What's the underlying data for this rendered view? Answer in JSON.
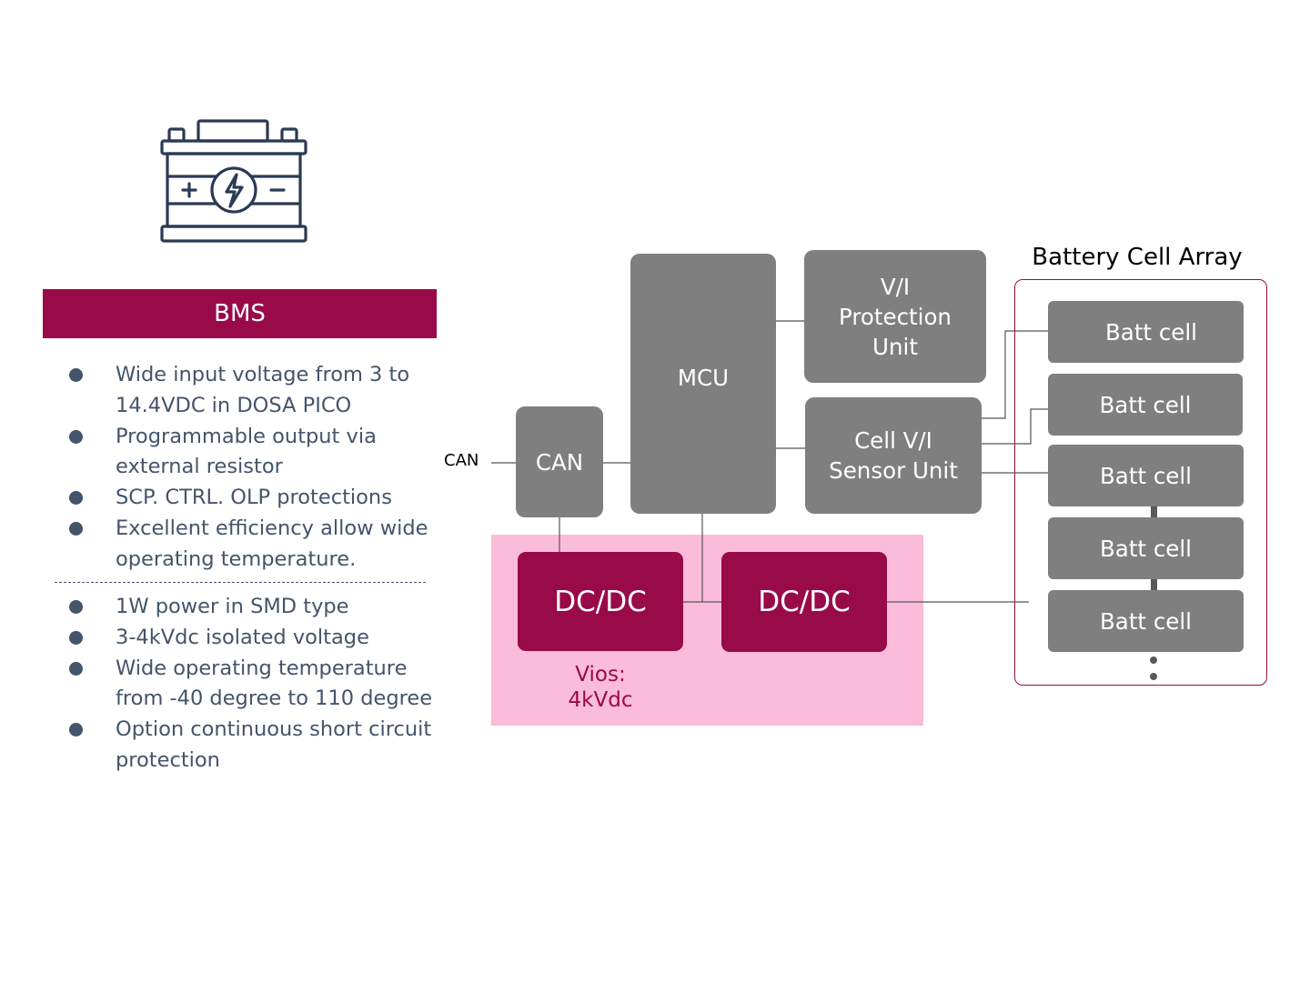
{
  "header": {
    "title": "BMS"
  },
  "features_primary": [
    "Wide input voltage from 3 to 14.4VDC in DOSA PICO",
    "Programmable output via external resistor",
    "SCP. CTRL. OLP protections",
    "Excellent efficiency allow wide operating temperature."
  ],
  "features_secondary": [
    "1W power in SMD type",
    "3-4kVdc isolated voltage",
    "Wide operating temperature from -40 degree to 110 degree",
    "Option continuous short circuit protection"
  ],
  "diagram": {
    "can_input_label": "CAN",
    "can_block": "CAN",
    "mcu": "MCU",
    "protection_unit": "V/I\nProtection\nUnit",
    "sensor_unit": "Cell V/I\nSensor Unit",
    "dcdc_left": "DC/DC",
    "dcdc_right": "DC/DC",
    "isolation": {
      "line1": "Vios:",
      "line2": "4kVdc"
    },
    "array_title": "Battery Cell Array",
    "cells": [
      "Batt cell",
      "Batt cell",
      "Batt cell",
      "Batt cell",
      "Batt cell"
    ]
  },
  "icons": {
    "battery": "battery-icon"
  },
  "colors": {
    "brand": "#990a48",
    "block_gray": "#7f7f7f",
    "isolation_zone": "#fabcd9",
    "text": "#44546a"
  }
}
